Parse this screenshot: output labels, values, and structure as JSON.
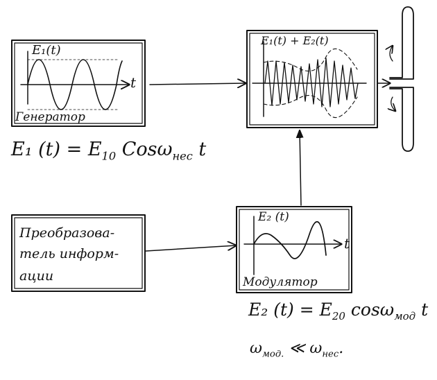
{
  "blocks": {
    "generator": {
      "signal_label": "E₁(t)",
      "axis_label": "t",
      "caption": "Генератор"
    },
    "modulator": {
      "signal_label": "E₂ (t)",
      "axis_label": "t",
      "caption": "Модулятор"
    },
    "converter": {
      "lines": [
        "Преобразова-",
        "тель информ-",
        "ации"
      ]
    },
    "summer": {
      "signal_label": "E₁(t) + E₂(t)"
    }
  },
  "formulas": {
    "e1": {
      "lhs": "E₁ (t) = E",
      "sub1": "10",
      "mid": " Cosω",
      "sub2": "нес",
      "tail": " t"
    },
    "e2": {
      "lhs": "E₂ (t) = E",
      "sub1": "20",
      "mid": " cosω",
      "sub2": "мод",
      "tail": " t"
    },
    "relation": {
      "a": "ω",
      "a_sub": "мод.",
      "op": " ≪ ω",
      "b_sub": "нес",
      "tail": "."
    }
  }
}
